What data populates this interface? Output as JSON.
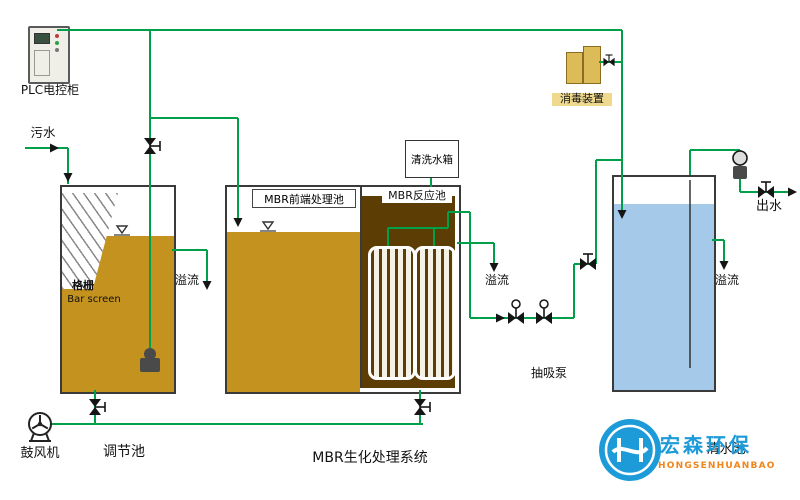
{
  "labels": {
    "plc": "PLC电控柜",
    "sewage": "污水",
    "grille": "格栅",
    "bar_screen": "Bar screen",
    "overflow": "溢流",
    "mbr_front": "MBR前端处理池",
    "mbr_reactor": "MBR反应池",
    "cleaning_tank": "清洗水箱",
    "disinfection": "消毒装置",
    "suction_pump": "抽吸泵",
    "outlet": "出水",
    "blower": "鼓风机",
    "regulating_tank": "调节池",
    "mbr_system": "MBR生化处理系统",
    "clean_water_tank": "清水池"
  },
  "logo": {
    "name": "宏森环保",
    "subtitle": "HONGSENHUANBAO"
  },
  "colors": {
    "pipe": "#00A04A",
    "tan": "#C3921F",
    "brown": "#5C3D04",
    "water": "#A5C9E9",
    "chem": "#DCBC58",
    "logo-blue": "#1D9BD8",
    "logo-orange": "#F08519"
  }
}
